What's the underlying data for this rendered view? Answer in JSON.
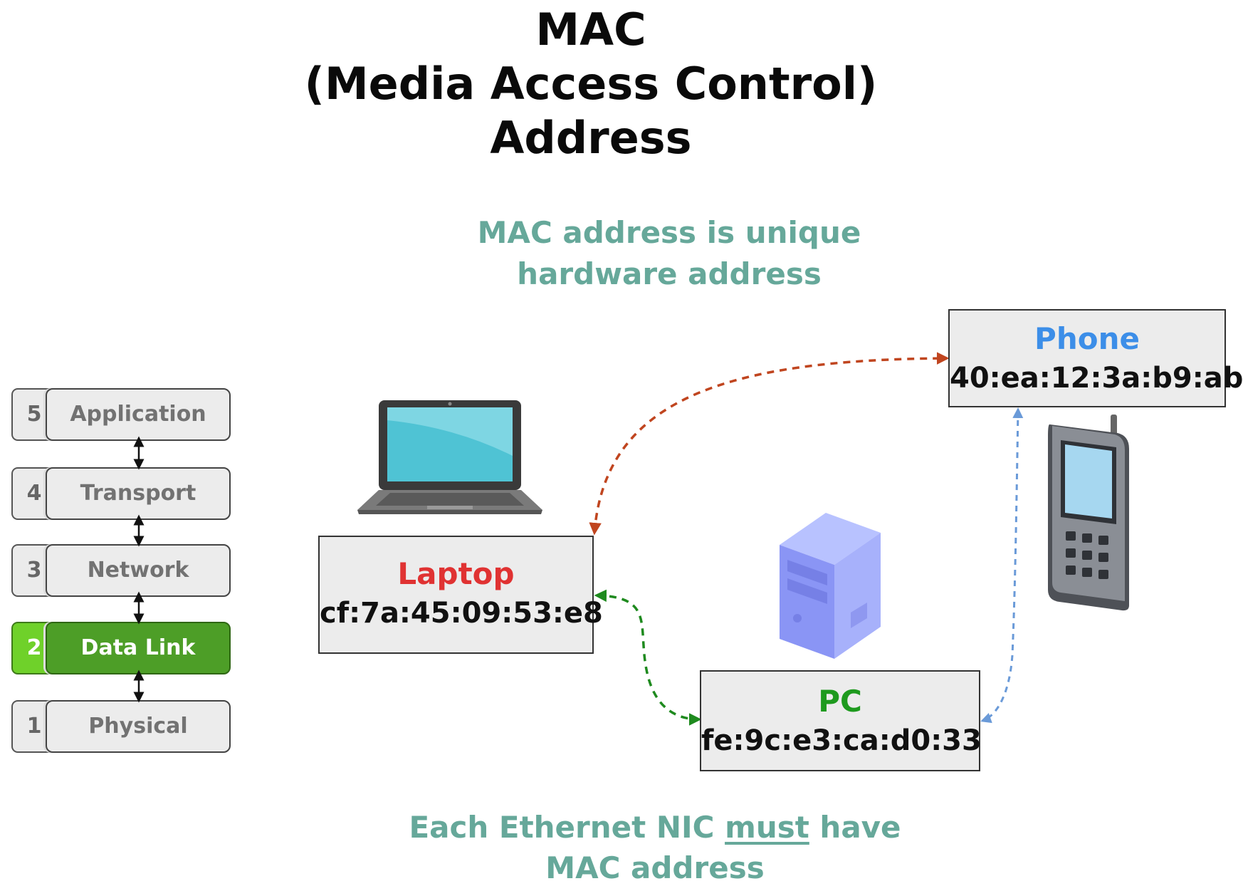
{
  "title": {
    "line1": "MAC",
    "line2": "(Media Access Control)",
    "line3": "Address"
  },
  "subtitle": {
    "line1": "MAC address is unique",
    "line2": "hardware address"
  },
  "footer": {
    "before": "Each Ethernet NIC ",
    "emphasis": "must",
    "after": " have",
    "line2": "MAC address"
  },
  "osi_layers": [
    {
      "number": "5",
      "name": "Application"
    },
    {
      "number": "4",
      "name": "Transport"
    },
    {
      "number": "3",
      "name": "Network"
    },
    {
      "number": "2",
      "name": "Data Link",
      "active": true
    },
    {
      "number": "1",
      "name": "Physical"
    }
  ],
  "devices": {
    "laptop": {
      "name": "Laptop",
      "mac": "cf:7a:45:09:53:e8",
      "color": "#e03232"
    },
    "phone": {
      "name": "Phone",
      "mac": "40:ea:12:3a:b9:ab",
      "color": "#3c8ee8"
    },
    "pc": {
      "name": "PC",
      "mac": "fe:9c:e3:ca:d0:33",
      "color": "#1e9a1e"
    }
  },
  "links": {
    "laptop_phone_color": "#c0451f",
    "laptop_pc_color": "#1e8a1e",
    "phone_pc_color": "#6a9ad8"
  },
  "icons": [
    "laptop-icon",
    "mobile-phone-icon",
    "desktop-tower-icon"
  ]
}
